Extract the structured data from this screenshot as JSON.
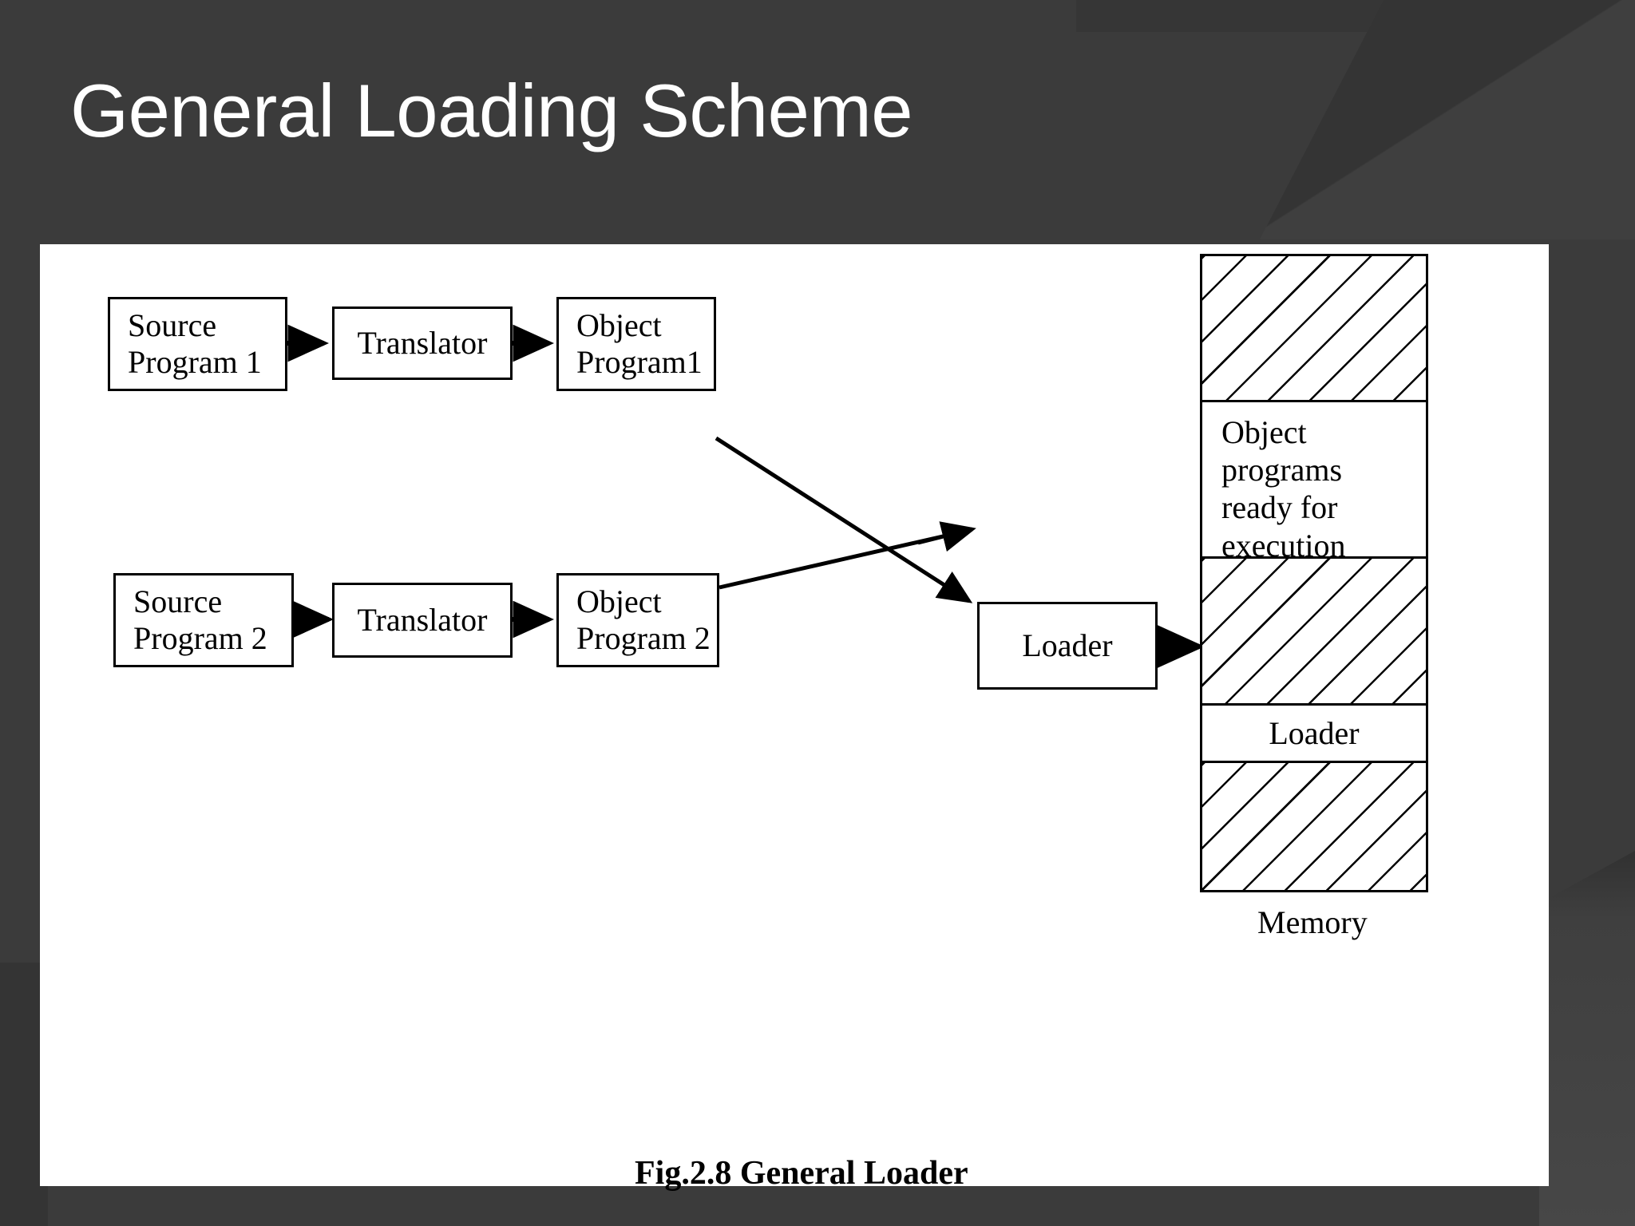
{
  "slide": {
    "title": "General Loading Scheme",
    "background_color": "#3b3b3b",
    "title_color": "#ffffff",
    "panel_color": "#ffffff"
  },
  "figure": {
    "caption": "Fig.2.8 General Loader",
    "memory_label": "Memory",
    "boxes": {
      "source_program_1": "Source\nProgram 1",
      "source_program_1_line1": "Source",
      "source_program_1_line2": "Program 1",
      "translator_1": "Translator",
      "object_program_1_line1": "Object",
      "object_program_1_line2": "Program1",
      "source_program_2_line1": "Source",
      "source_program_2_line2": "Program 2",
      "translator_2": "Translator",
      "object_program_2_line1": "Object",
      "object_program_2_line2": "Program 2",
      "loader": "Loader"
    },
    "memory_segments": [
      {
        "name": "free-space-top",
        "kind": "hatched",
        "label": ""
      },
      {
        "name": "object-programs-region",
        "kind": "text",
        "label": "Object programs\nready for\nexecution"
      },
      {
        "name": "free-space-middle",
        "kind": "hatched",
        "label": ""
      },
      {
        "name": "loader-region",
        "kind": "text",
        "label": "Loader"
      },
      {
        "name": "free-space-bottom",
        "kind": "hatched",
        "label": ""
      }
    ],
    "memory_text_region_lines": {
      "line1": "Object programs",
      "line2": "ready for",
      "line3": "execution"
    },
    "memory_loader_region": "Loader",
    "arrows": [
      {
        "name": "source1-to-translator1",
        "from": "source_program_1",
        "to": "translator_1",
        "style": "straight-horizontal"
      },
      {
        "name": "translator1-to-object1",
        "from": "translator_1",
        "to": "object_program_1",
        "style": "straight-horizontal"
      },
      {
        "name": "object1-to-loader",
        "from": "object_program_1",
        "to": "loader",
        "style": "diagonal-down-right"
      },
      {
        "name": "source2-to-translator2",
        "from": "source_program_2",
        "to": "translator_2",
        "style": "straight-horizontal"
      },
      {
        "name": "translator2-to-object2",
        "from": "translator_2",
        "to": "object_program_2",
        "style": "straight-horizontal"
      },
      {
        "name": "object2-to-loader",
        "from": "object_program_2",
        "to": "loader",
        "style": "diagonal-up-right"
      },
      {
        "name": "loader-to-memory",
        "from": "loader",
        "to": "memory",
        "style": "straight-horizontal"
      }
    ]
  }
}
